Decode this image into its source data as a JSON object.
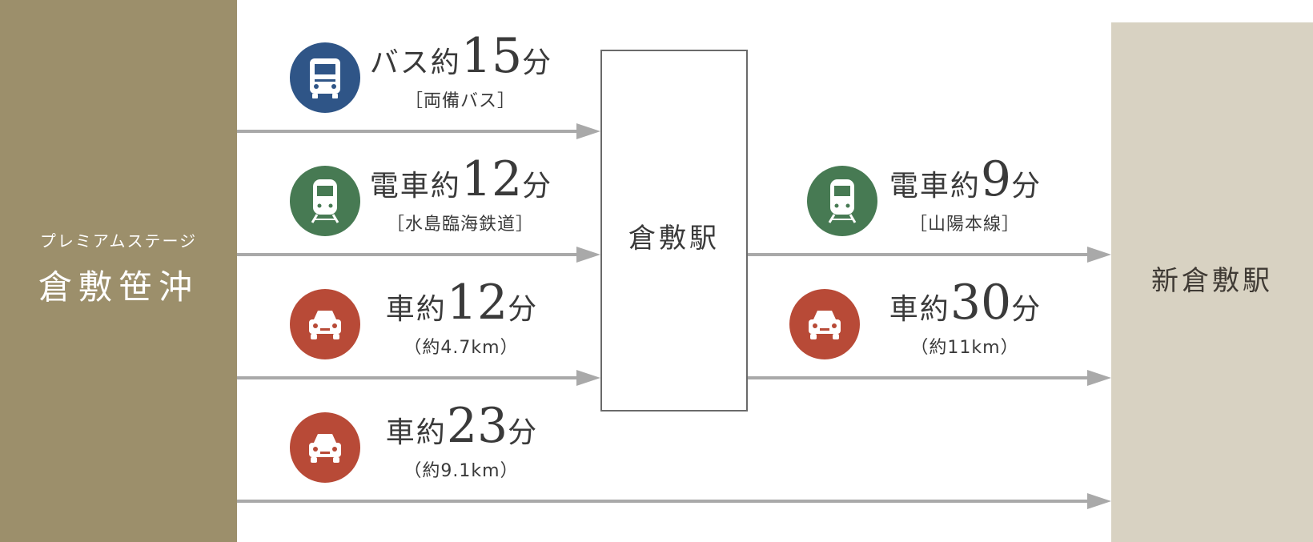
{
  "origin": {
    "subtitle": "プレミアムステージ",
    "name": "倉敷笹沖"
  },
  "hub": {
    "name": "倉敷駅"
  },
  "destination": {
    "name": "新倉敷駅"
  },
  "routes": {
    "bus": {
      "icon": "bus-icon",
      "color": "#2f5587",
      "word": "バス約",
      "num": "15",
      "unit": "分",
      "note": "［両備バス］"
    },
    "train1": {
      "icon": "train-icon",
      "color": "#477a53",
      "word": "電車約",
      "num": "12",
      "unit": "分",
      "note": "［水島臨海鉄道］"
    },
    "car1": {
      "icon": "car-icon",
      "color": "#b84a37",
      "word": "車約",
      "num": "12",
      "unit": "分",
      "note": "（約4.7km）"
    },
    "car2": {
      "icon": "car-icon",
      "color": "#b84a37",
      "word": "車約",
      "num": "23",
      "unit": "分",
      "note": "（約9.1km）"
    },
    "train2": {
      "icon": "train-icon",
      "color": "#477a53",
      "word": "電車約",
      "num": "9",
      "unit": "分",
      "note": "［山陽本線］"
    },
    "car3": {
      "icon": "car-icon",
      "color": "#b84a37",
      "word": "車約",
      "num": "30",
      "unit": "分",
      "note": "（約11km）"
    }
  }
}
